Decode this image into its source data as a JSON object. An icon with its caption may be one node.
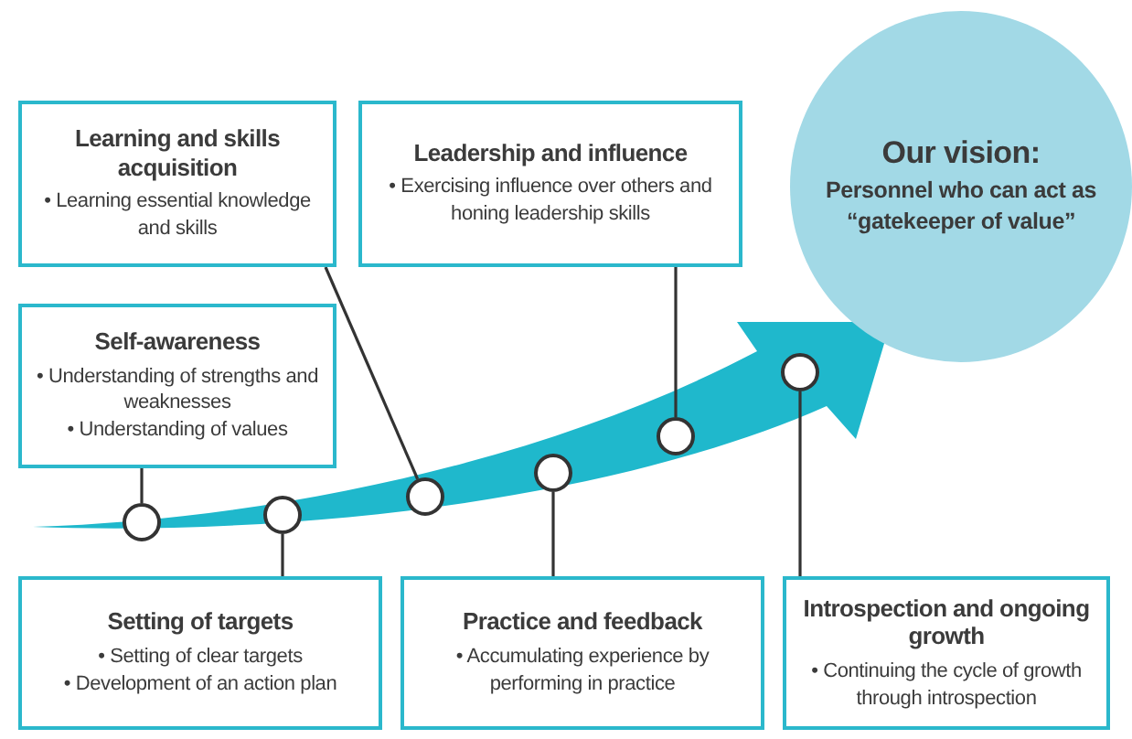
{
  "diagram": {
    "nodes": [
      {
        "text": [
          "Our vision:",
          "Personnel who can act as “gatekeeper of value”"
        ]
      },
      {
        "text": [
          "Learning and skills acquisition",
          "• Learning essential knowledge and skills"
        ]
      },
      {
        "text": [
          "Leadership and influence",
          "• Exercising influence over others and honing leadership skills"
        ]
      },
      {
        "text": [
          "Self-awareness",
          "• Understanding of strengths and weaknesses",
          "• Understanding of values"
        ]
      },
      {
        "text": [
          "Setting of targets",
          "• Setting of clear targets",
          "• Development of an action plan"
        ]
      },
      {
        "text": [
          "Practice and feedback",
          "• Accumulating experience by performing in practice"
        ]
      },
      {
        "text": [
          "Introspection and ongoing growth",
          "• Continuing the cycle of growth through introspection"
        ]
      },
      {
        "text": [],
        "shape": "circle"
      },
      {
        "text": [],
        "shape": "circle"
      },
      {
        "text": [],
        "shape": "circle"
      },
      {
        "text": [],
        "shape": "circle"
      },
      {
        "text": [],
        "shape": "circle"
      },
      {
        "text": [],
        "shape": "circle"
      }
    ],
    "edges": [
      {
        "from": 3,
        "to": 7,
        "arrow": "none"
      },
      {
        "from": 4,
        "to": 8,
        "arrow": "none"
      },
      {
        "from": 1,
        "to": 9,
        "arrow": "none"
      },
      {
        "from": 5,
        "to": 10,
        "arrow": "none"
      },
      {
        "from": 2,
        "to": 11,
        "arrow": "none"
      },
      {
        "from": 6,
        "to": 12,
        "arrow": "none"
      }
    ]
  }
}
